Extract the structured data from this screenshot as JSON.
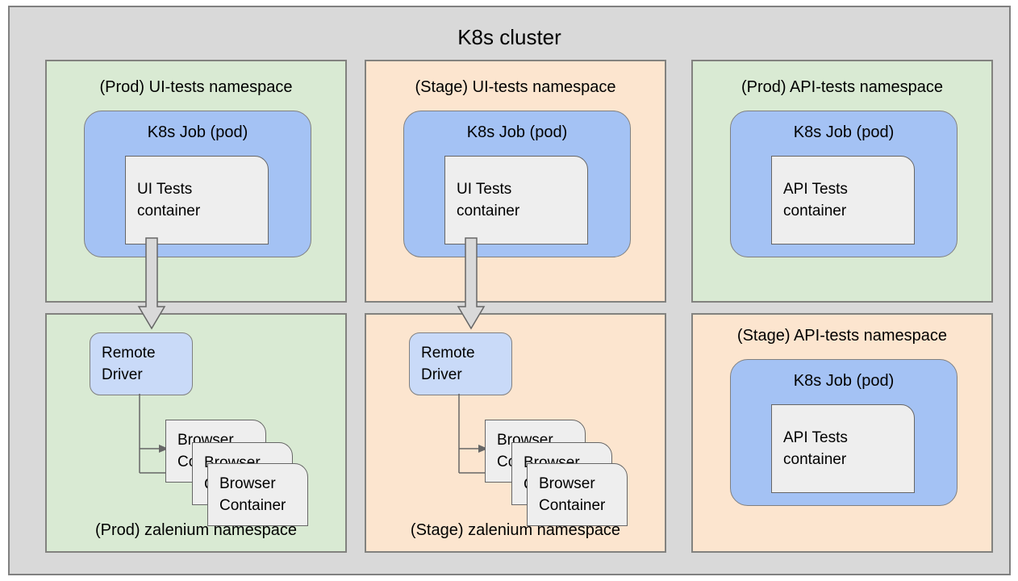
{
  "diagram": {
    "type": "architecture-diagram",
    "title": "K8s cluster",
    "background_color": "#d9d9d9",
    "palette": {
      "cluster_bg": "#d9d9d9",
      "prod_namespace_bg": "#d9ead3",
      "stage_namespace_bg": "#fce5cf",
      "pod_bg": "#a4c2f4",
      "container_bg": "#eeeeee",
      "driver_bg": "#c9daf8",
      "border": "#808080",
      "arrow_fill": "#d9d9d9",
      "arrow_stroke": "#666666"
    }
  },
  "namespaces": [
    {
      "id": "prod-ui-tests",
      "title": "(Prod) UI-tests namespace",
      "env": "Prod",
      "color": "green",
      "pod": {
        "title": "K8s Job (pod)",
        "container": "UI Tests\ncontainer"
      }
    },
    {
      "id": "stage-ui-tests",
      "title": "(Stage) UI-tests namespace",
      "env": "Stage",
      "color": "orange",
      "pod": {
        "title": "K8s Job (pod)",
        "container": "UI Tests\ncontainer"
      }
    },
    {
      "id": "prod-api-tests",
      "title": "(Prod) API-tests namespace",
      "env": "Prod",
      "color": "green",
      "pod": {
        "title": "K8s Job (pod)",
        "container": "API Tests\ncontainer"
      }
    },
    {
      "id": "prod-zalenium",
      "title": "(Prod) zalenium namespace",
      "env": "Prod",
      "color": "green",
      "driver": "Remote\nDriver",
      "browsers": [
        "Browser\nContainer",
        "Browser\nContainer",
        "Browser\nContainer"
      ]
    },
    {
      "id": "stage-zalenium",
      "title": "(Stage) zalenium namespace",
      "env": "Stage",
      "color": "orange",
      "driver": "Remote\nDriver",
      "browsers": [
        "Browser\nContainer",
        "Browser\nContainer",
        "Browser\nContainer"
      ]
    },
    {
      "id": "stage-api-tests",
      "title": "(Stage) API-tests namespace",
      "env": "Stage",
      "color": "orange",
      "pod": {
        "title": "K8s Job (pod)",
        "container": "API Tests\ncontainer"
      }
    }
  ],
  "connections": [
    {
      "from": "prod-ui-tests.container",
      "to": "prod-zalenium.driver",
      "style": "block-arrow-down"
    },
    {
      "from": "stage-ui-tests.container",
      "to": "stage-zalenium.driver",
      "style": "block-arrow-down"
    },
    {
      "from": "prod-zalenium.driver",
      "to": "prod-zalenium.browsers",
      "style": "thin-arrow-branch"
    },
    {
      "from": "stage-zalenium.driver",
      "to": "stage-zalenium.browsers",
      "style": "thin-arrow-branch"
    }
  ]
}
